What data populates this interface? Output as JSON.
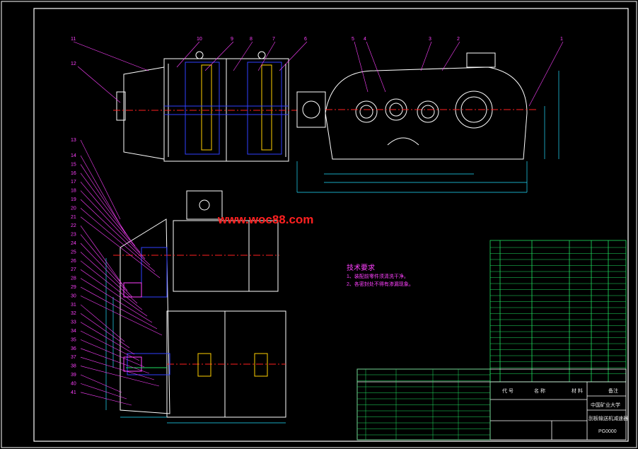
{
  "watermark": "www.woc88.com",
  "tech_req": {
    "title": "技术要求",
    "lines": [
      "1、装配前零件须清洗干净。",
      "2、各密封处不得有渗漏现象。"
    ]
  },
  "part_numbers_top": [
    "11",
    "10",
    "9",
    "8",
    "7",
    "6",
    "5",
    "4",
    "3",
    "2",
    "1"
  ],
  "part_numbers_left_top": [
    "12"
  ],
  "part_numbers_side": [
    "13",
    "14",
    "15",
    "16",
    "17",
    "18",
    "19",
    "20",
    "21",
    "22",
    "23",
    "24",
    "25",
    "26",
    "27",
    "28",
    "29",
    "30",
    "31",
    "32",
    "33",
    "34",
    "35",
    "36",
    "37",
    "38",
    "39",
    "40",
    "41"
  ],
  "title_block": {
    "header_code": "代 号",
    "header_name": "名 称",
    "header_material": "材 料",
    "header_remark": "备注",
    "school": "中国矿业大学",
    "drawing_name": "刮板输送机减速器",
    "drawing_no": "PG0000"
  },
  "colors": {
    "frame": "#ffffff",
    "outline": "#ffffff",
    "center": "#ff2020",
    "dim": "#22e0ff",
    "leader": "#ff40ff",
    "hatch": "#3040ff",
    "table": "#20e060"
  }
}
